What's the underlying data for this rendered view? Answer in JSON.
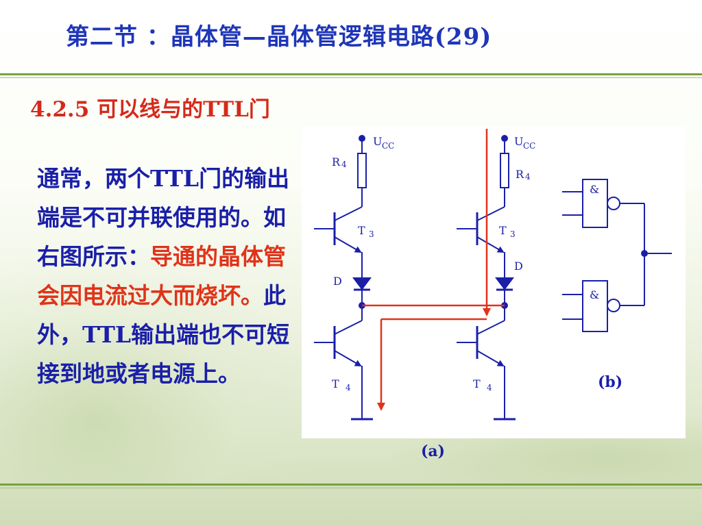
{
  "slide": {
    "title": "第二节 ：晶体管—晶体管逻辑电路(29)",
    "subtitle": "4.2.5  可以线与的TTL门",
    "body": {
      "part1": "通常，两个TTL门的输出端是不可并联使用的。如右图所示：",
      "part2_red": "导通的晶体管会因电流过大而烧坏。",
      "part3": "此外，TTL输出端也不可短接到地或者电源上。"
    }
  },
  "circuit_a": {
    "caption": "(a)",
    "left": {
      "ucc_main": "U",
      "ucc_sub": "CC",
      "r_main": "R",
      "r_sub": "4",
      "t3_main": "T",
      "t3_sub": "3",
      "d": "D",
      "t4_main": "T",
      "t4_sub": "4"
    },
    "right": {
      "ucc_main": "U",
      "ucc_sub": "CC",
      "r_main": "R",
      "r_sub": "4",
      "t3_main": "T",
      "t3_sub": "3",
      "d": "D",
      "t4_main": "T",
      "t4_sub": "4"
    }
  },
  "circuit_b": {
    "caption": "(b)",
    "gate_top": "&",
    "gate_bottom": "&"
  },
  "colors": {
    "title": "#1f36b8",
    "subtitle": "#d52a1a",
    "body": "#1a1fa8",
    "highlight": "#e0331a",
    "wire": "#1a1fa8",
    "current_path": "#e0331a",
    "divider": "#7aa03a"
  }
}
